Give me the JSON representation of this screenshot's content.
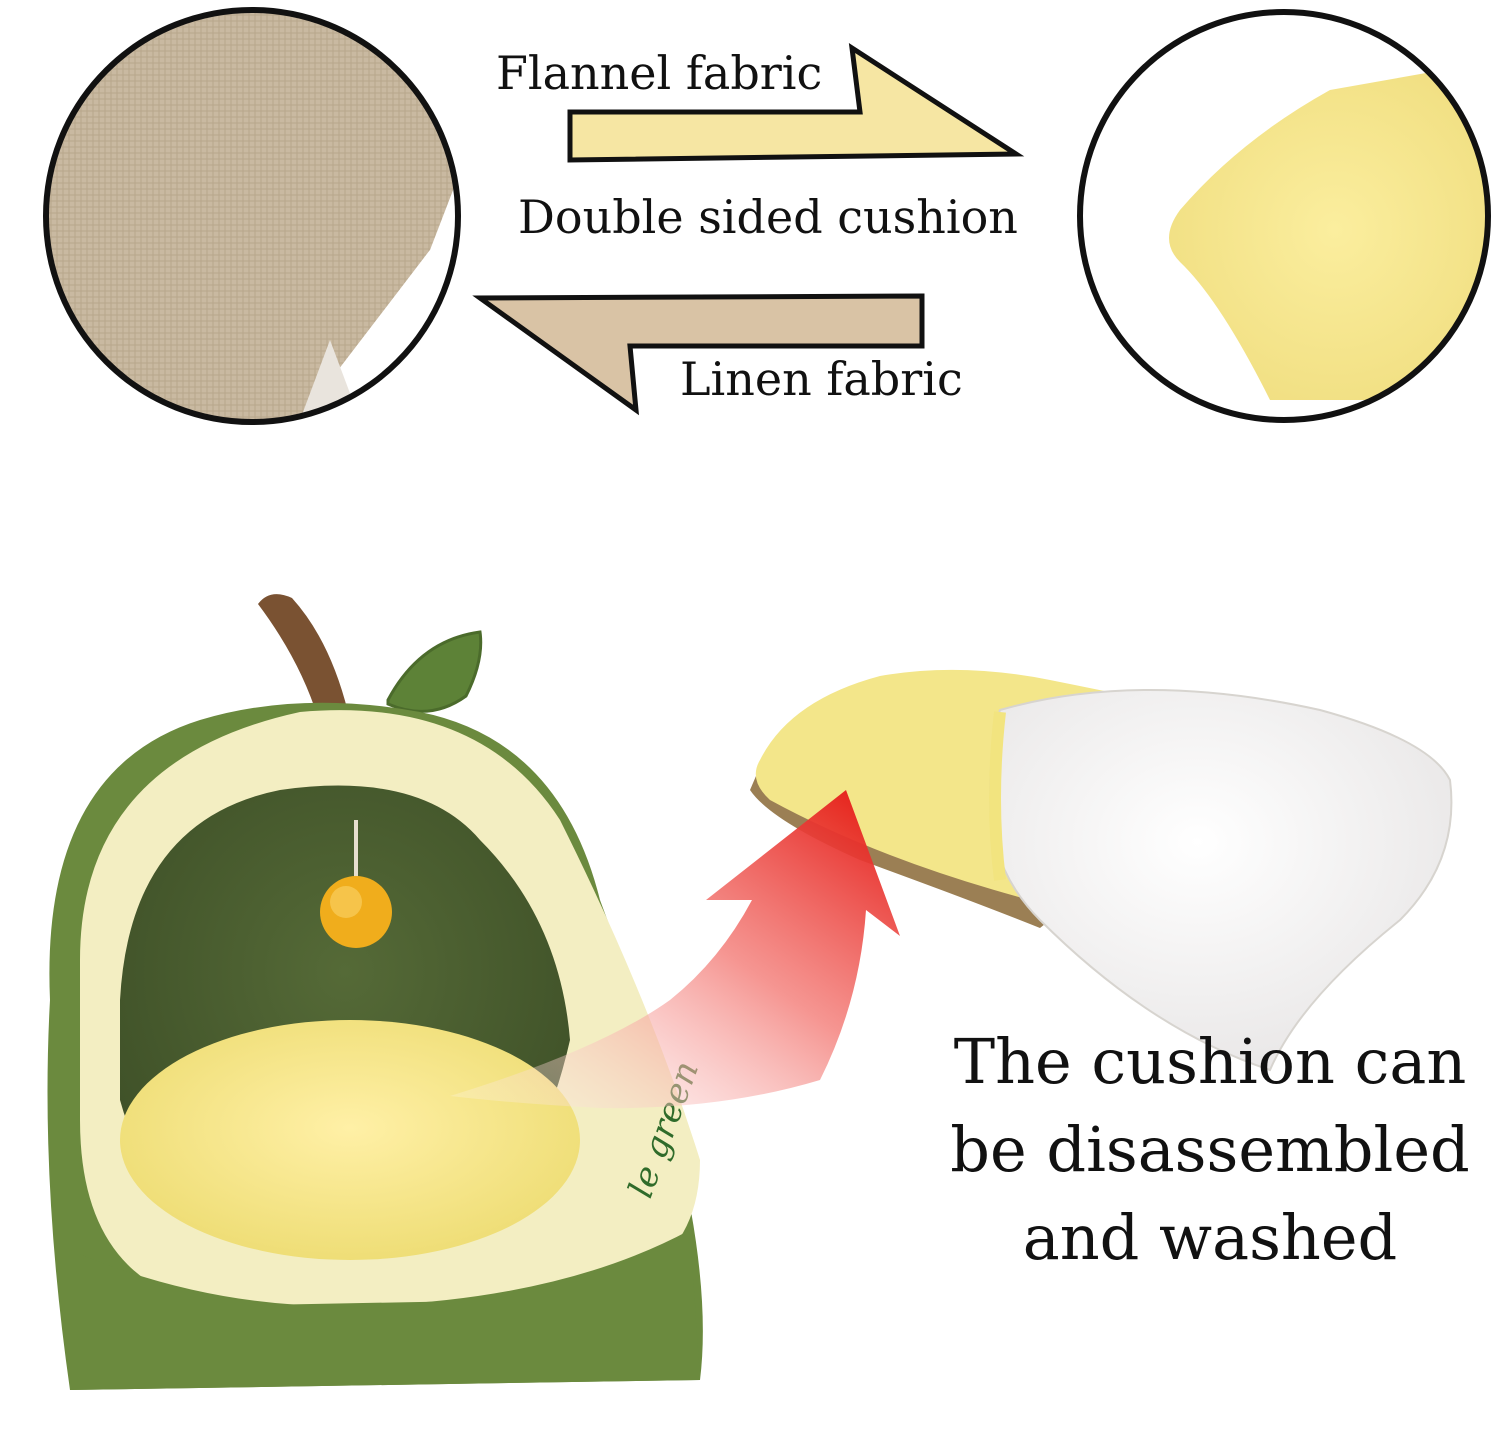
{
  "labels": {
    "flannel": "Flannel fabric",
    "double_sided": "Double sided cushion",
    "linen": "Linen fabric"
  },
  "caption": {
    "line1": "The cushion can",
    "line2": "be disassembled",
    "line3": "and washed"
  },
  "embroidery_text": "le green",
  "colors": {
    "linen": "#c8b8a0",
    "flannel": "#f7e79a",
    "arrow_flannel": "#f6e6a3",
    "arrow_linen": "#d9c3a5",
    "bed_green": "#6b8a3e",
    "bed_rim": "#f3eec2",
    "cushion_yellow": "#f0e27a",
    "red_arrow": "#e8251f"
  }
}
